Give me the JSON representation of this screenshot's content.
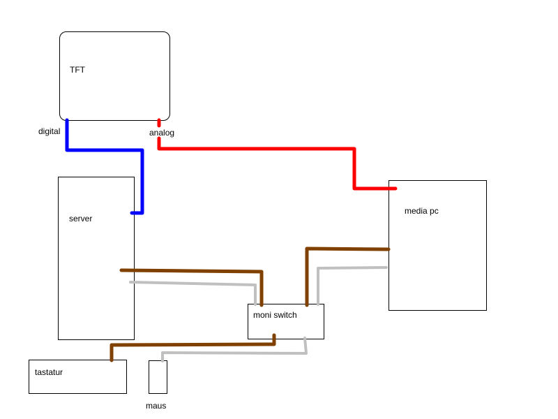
{
  "devices": {
    "tft": "TFT",
    "server": "server",
    "media_pc": "media pc",
    "moni_switch": "moni switch",
    "tastatur": "tastatur",
    "maus": "maus"
  },
  "ports": {
    "digital": "digital",
    "analog": "analog"
  },
  "colors": {
    "digital_cable": "#0000ff",
    "analog_cable": "#ff0000",
    "video_cable": "#804000",
    "usb_cable": "#c0c0c0"
  }
}
